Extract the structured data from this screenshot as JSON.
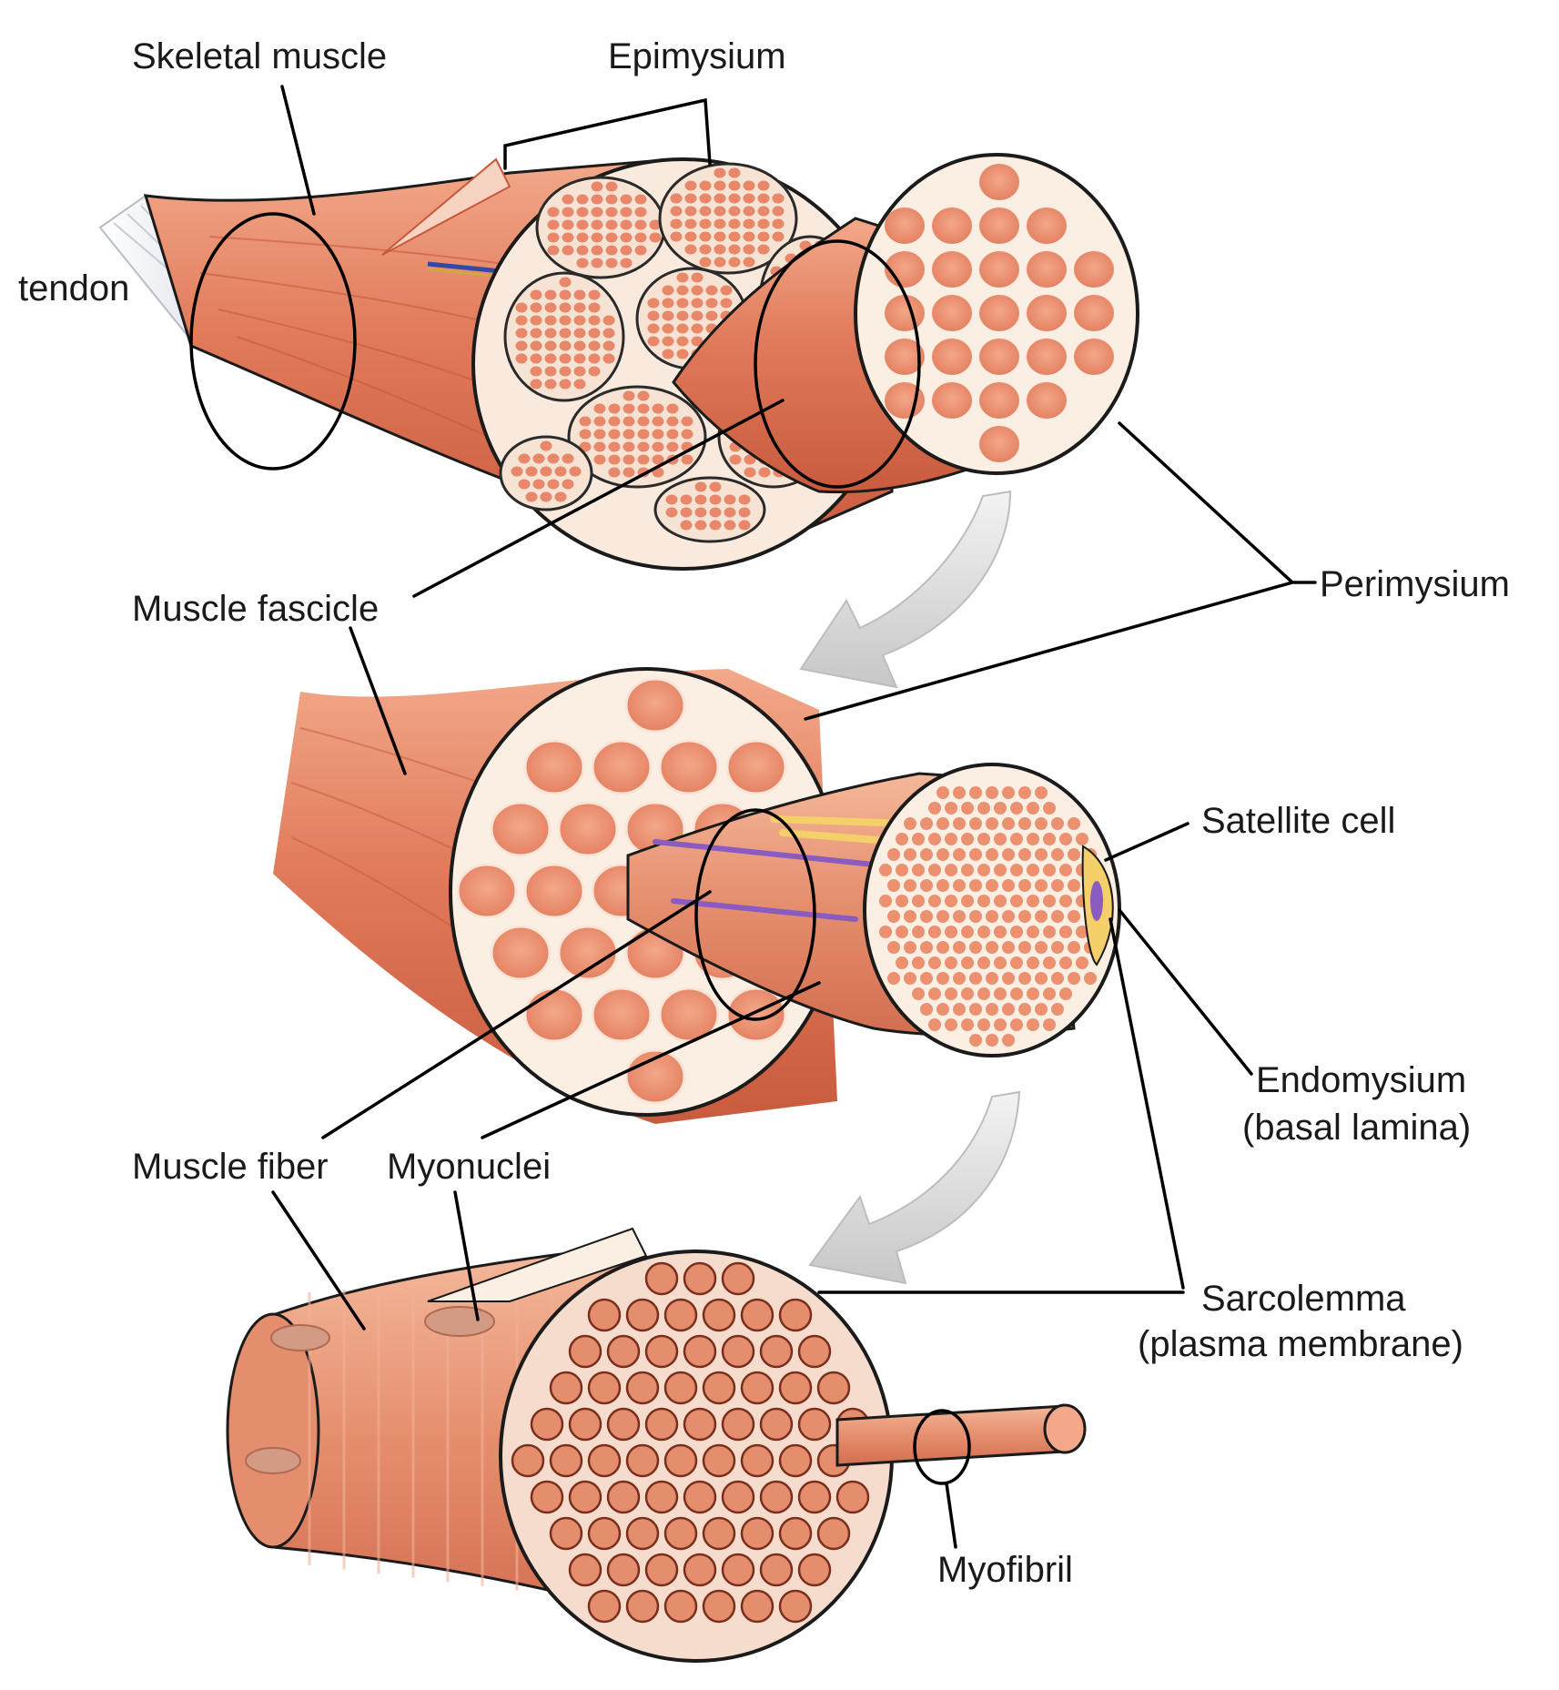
{
  "colors": {
    "muscle": "#e07a5a",
    "muscle_dark": "#c9573c",
    "muscle_light": "#f0a583",
    "connective": "#fbeee3",
    "arrow": "#d3d3d3",
    "nerve": "#8a5cc0",
    "satellite": "#f4cf6a"
  },
  "labels": {
    "skeletal_muscle": "Skeletal muscle",
    "epimysium": "Epimysium",
    "tendon": "tendon",
    "muscle_fascicle": "Muscle fascicle",
    "perimysium": "Perimysium",
    "satellite_cell": "Satellite cell",
    "endomysium_1": "Endomysium",
    "endomysium_2": "(basal lamina)",
    "muscle_fiber": "Muscle fiber",
    "myonuclei": "Myonuclei",
    "sarcolemma_1": "Sarcolemma",
    "sarcolemma_2": "(plasma membrane)",
    "myofibril": "Myofibril"
  }
}
